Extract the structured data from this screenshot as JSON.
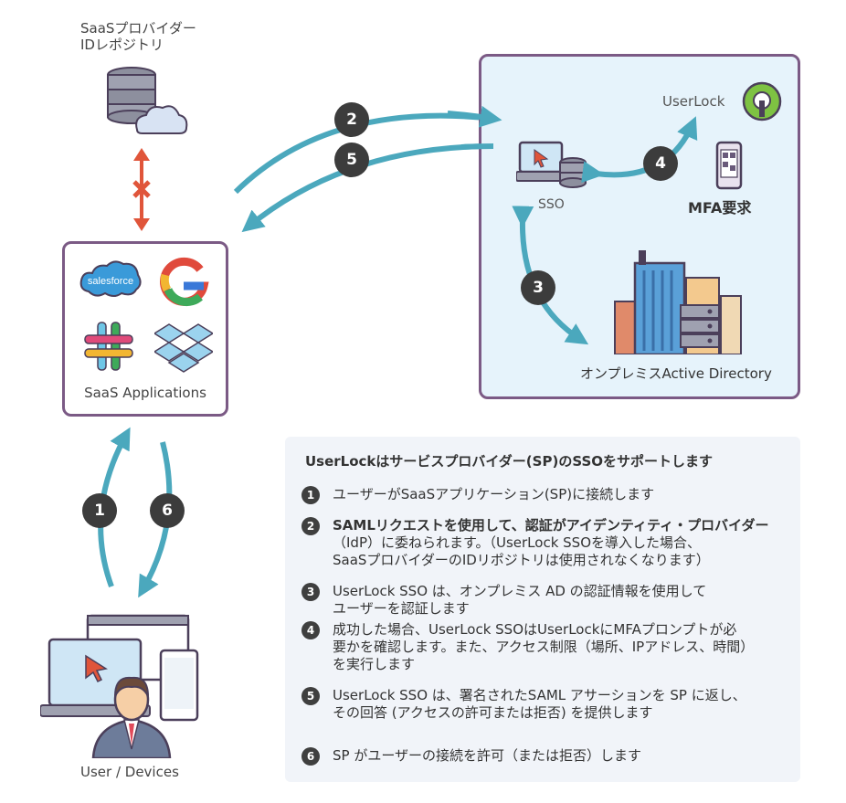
{
  "top_left": {
    "repo_title_line1": "SaaSプロバイダー",
    "repo_title_line2": "IDレポジトリ"
  },
  "saas_box": {
    "label": "SaaS Applications",
    "apps": [
      "salesforce",
      "google",
      "slack",
      "dropbox"
    ],
    "salesforce_text": "salesforce"
  },
  "user": {
    "label": "User / Devices"
  },
  "onprem_box": {
    "userlock_label": "UserLock",
    "sso_label": "SSO",
    "mfa_label": "MFA要求",
    "ad_label": "オンプレミスActive Directory"
  },
  "flow_numbers": {
    "n1": "1",
    "n2": "2",
    "n3": "3",
    "n4": "4",
    "n5": "5",
    "n6": "6"
  },
  "colors": {
    "arrow": "#4ba8bd",
    "box_border": "#7b5a85",
    "box_fill": "#e6f3fb",
    "red_arrow": "#e0553a",
    "badge": "#3c3c3c"
  },
  "steps_panel": {
    "title": "UserLockはサービスプロバイダー(SP)のSSOをサポートします",
    "steps": [
      {
        "num": "1",
        "lines": [
          "ユーザーがSaaSアプリケーション(SP)に接続します"
        ]
      },
      {
        "num": "2",
        "lines": [
          "SAMLリクエストを使用して、認証がアイデンティティ・プロバイダー",
          "（IdP）に委ねられます。（UserLock SSOを導入した場合、",
          "SaaSプロバイダーのIDリポジトリは使用されなくなります）"
        ]
      },
      {
        "num": "3",
        "lines": [
          "UserLock SSO は、オンプレミス AD の認証情報を使用して",
          "ユーザーを認証します"
        ]
      },
      {
        "num": "4",
        "lines": [
          "成功した場合、UserLock SSOはUserLockにMFAプロンプトが必",
          "要かを確認します。また、アクセス制限（場所、IPアドレス、時間）",
          "を実行します"
        ]
      },
      {
        "num": "5",
        "lines": [
          "UserLock SSO は、署名されたSAML アサーションを SP に返し、",
          "その回答 (アクセスの許可または拒否) を提供します"
        ]
      },
      {
        "num": "6",
        "lines": [
          "SP がユーザーの接続を許可（または拒否）します"
        ]
      }
    ]
  }
}
